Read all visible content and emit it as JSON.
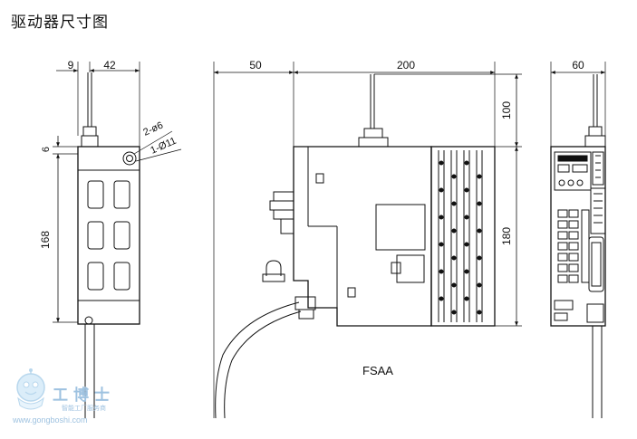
{
  "page": {
    "title": "驱动器尺寸图"
  },
  "dimensions": {
    "side_view": {
      "top_left": "9",
      "top_right": "42",
      "left_small": "6",
      "left_height": "168",
      "hole_small": "2-ø6",
      "hole_large": "1-Ø11"
    },
    "main_view": {
      "top_left": "50",
      "top_right": "200",
      "right_top": "100",
      "right_bottom": "180",
      "model": "FSAA"
    },
    "front_view": {
      "top": "60"
    }
  },
  "watermark": {
    "brand": "工博士",
    "tagline": "智能工厂服务商",
    "url": "www.gongboshi.com"
  }
}
